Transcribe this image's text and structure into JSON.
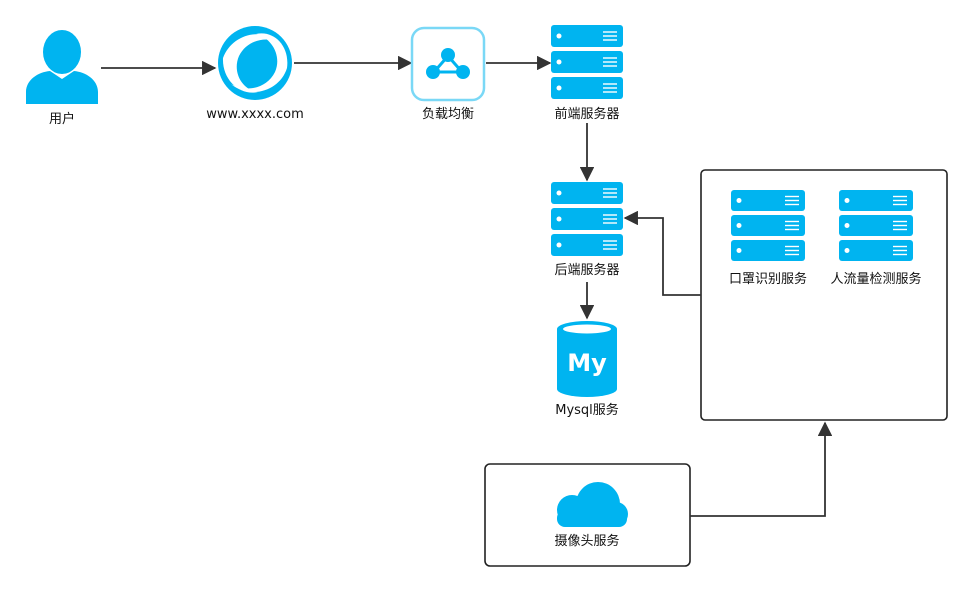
{
  "diagram": {
    "colors": {
      "accent": "#00B4F0",
      "line": "#333333",
      "box_border": "#222222",
      "text": "#111111"
    },
    "nodes": {
      "user": {
        "label": "用户",
        "icon": "user-icon"
      },
      "website": {
        "label": "www.xxxx.com",
        "icon": "website-swirl-icon"
      },
      "load_balancer": {
        "label": "负载均衡",
        "icon": "load-balancer-icon"
      },
      "frontend_server": {
        "label": "前端服务器",
        "icon": "server-stack-icon"
      },
      "backend_server": {
        "label": "后端服务器",
        "icon": "server-stack-icon"
      },
      "mysql": {
        "label": "Mysql服务",
        "icon": "mysql-database-icon",
        "icon_text": "My"
      },
      "mask_recognition": {
        "label": "口罩识别服务",
        "icon": "server-stack-icon"
      },
      "crowd_detection": {
        "label": "人流量检测服务",
        "icon": "server-stack-icon"
      },
      "camera": {
        "label": "摄像头服务",
        "icon": "cloud-icon"
      }
    },
    "edges": [
      {
        "from": "user",
        "to": "website"
      },
      {
        "from": "website",
        "to": "load_balancer"
      },
      {
        "from": "load_balancer",
        "to": "frontend_server"
      },
      {
        "from": "frontend_server",
        "to": "backend_server"
      },
      {
        "from": "backend_server",
        "to": "mysql"
      },
      {
        "from": "ai_services_group",
        "to": "backend_server"
      },
      {
        "from": "camera",
        "to": "ai_services_group"
      }
    ]
  }
}
